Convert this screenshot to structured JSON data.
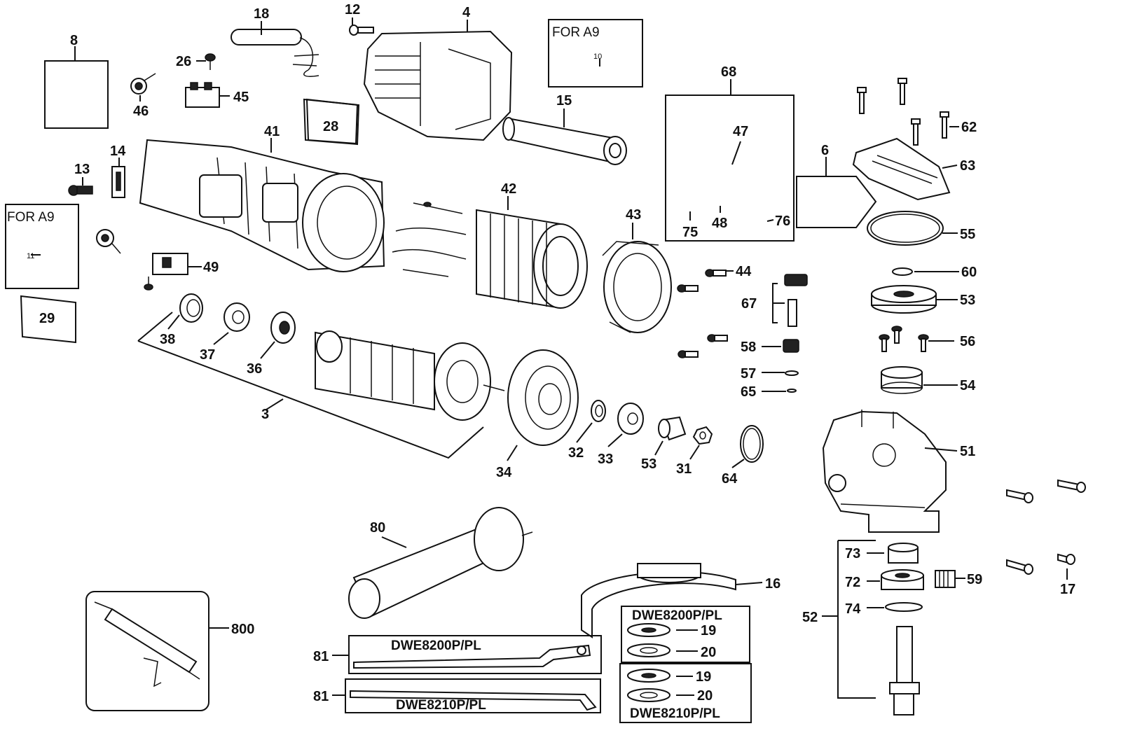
{
  "callouts": {
    "p3": "3",
    "p4": "4",
    "p6": "6",
    "p8": "8",
    "p12": "12",
    "p13": "13",
    "p14": "14",
    "p15": "15",
    "p16": "16",
    "p17": "17",
    "p18": "18",
    "p19a": "19",
    "p19b": "19",
    "p20a": "20",
    "p20b": "20",
    "p26": "26",
    "p28": "28",
    "p29": "29",
    "p31": "31",
    "p32": "32",
    "p33": "33",
    "p34": "34",
    "p36": "36",
    "p37": "37",
    "p38": "38",
    "p41": "41",
    "p42": "42",
    "p43": "43",
    "p44": "44",
    "p45": "45",
    "p46": "46",
    "p47": "47",
    "p48": "48",
    "p49": "49",
    "p51": "51",
    "p52": "52",
    "p53a": "53",
    "p53b": "53",
    "p54": "54",
    "p55": "55",
    "p56": "56",
    "p57": "57",
    "p58": "58",
    "p59": "59",
    "p60": "60",
    "p62": "62",
    "p63": "63",
    "p64": "64",
    "p65": "65",
    "p67": "67",
    "p68": "68",
    "p72": "72",
    "p73": "73",
    "p74": "74",
    "p75": "75",
    "p76": "76",
    "p80": "80",
    "p81a": "81",
    "p81b": "81",
    "p800": "800",
    "p10": "10",
    "p11": "11"
  },
  "notes": {
    "for_a9_top": "FOR A9",
    "for_a9_left": "FOR A9"
  },
  "models": {
    "dwe8200_wrench": "DWE8200P/PL",
    "dwe8210_wrench": "DWE8210P/PL",
    "dwe8200_flange": "DWE8200P/PL",
    "dwe8210_flange": "DWE8210P/PL"
  }
}
